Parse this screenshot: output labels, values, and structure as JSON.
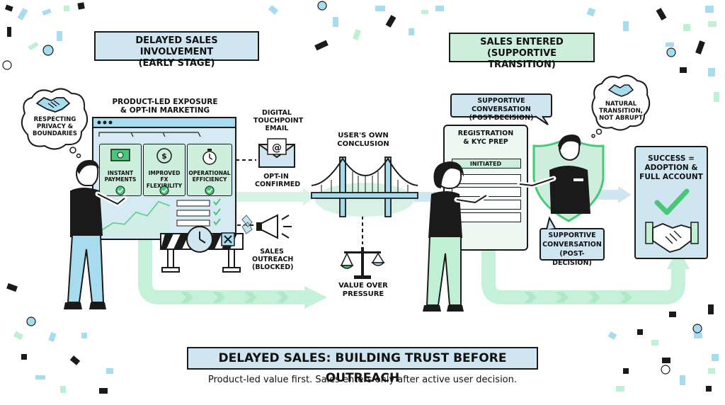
{
  "left_header": {
    "line1": "DELAYED SALES INVOLVEMENT",
    "line2": "(EARLY STAGE)"
  },
  "right_header": {
    "line1": "SALES ENTERED",
    "line2": "(SUPPORTIVE TRANSITION)"
  },
  "left_thought": {
    "line1": "RESPECTING",
    "line2": "PRIVACY &",
    "line3": "BOUNDARIES"
  },
  "right_thought": {
    "line1": "NATURAL",
    "line2": "TRANSITION,",
    "line3": "NOT ABRUPT"
  },
  "product_led": {
    "line1": "PRODUCT-LED EXPOSURE",
    "line2": "& OPT-IN MARKETING"
  },
  "cards": [
    {
      "line1": "INSTANT",
      "line2": "PAYMENTS"
    },
    {
      "line1": "IMPROVED",
      "line2": "FX FLEXIBILITY"
    },
    {
      "line1": "OPERATIONAL",
      "line2": "EFFICIENCY"
    }
  ],
  "digital": {
    "line1": "DIGITAL",
    "line2": "TOUCHPOINT",
    "line3": "EMAIL"
  },
  "optin": {
    "line1": "OPT-IN",
    "line2": "CONFIRMED"
  },
  "outreach": {
    "line1": "SALES",
    "line2": "OUTREACH",
    "line3": "(BLOCKED)"
  },
  "bridge_label": {
    "line1": "USER'S OWN",
    "line2": "CONCLUSION"
  },
  "scale_label": {
    "line1": "VALUE OVER",
    "line2": "PRESSURE"
  },
  "support_top": {
    "line1": "SUPPORTIVE CONVERSATION",
    "line2": "(POST-DECISION)"
  },
  "support_bottom": {
    "line1": "SUPPORTIVE",
    "line2": "CONVERSATION",
    "line3": "(POST-DECISION)"
  },
  "form": {
    "line1": "REGISTRATION",
    "line2": "& KYC PREP",
    "status": "INITIATED"
  },
  "success": {
    "line1": "SUCCESS =",
    "line2": "ADOPTION &",
    "line3": "FULL ACCOUNT"
  },
  "footer_title": "DELAYED SALES:  BUILDING TRUST BEFORE OUTREACH",
  "footer_subtitle": "Product-led value first. Sales enters only after active user decision.",
  "colors": {
    "blue_panel": "#cfe6f1",
    "mint_panel": "#cdeedd",
    "mint_arrow": "#bff0d3",
    "accent_green": "#47c777",
    "ink": "#1a1a1a"
  },
  "icons": [
    "handshake-icon",
    "email-icon",
    "megaphone-icon",
    "clock-icon",
    "scale-icon",
    "bridge-icon",
    "checkmark-icon",
    "shield-icon",
    "money-icon",
    "fx-icon",
    "stopwatch-icon"
  ]
}
